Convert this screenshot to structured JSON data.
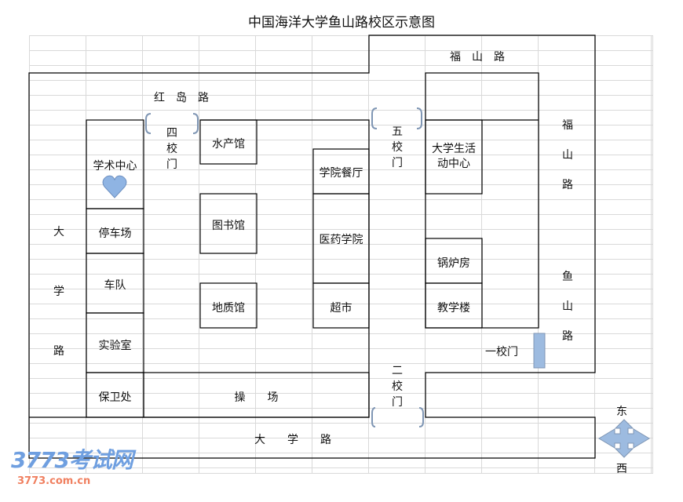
{
  "title": "中国海洋大学鱼山路校区示意图",
  "roads": {
    "hongdao": "红　岛　路",
    "fushan_top": "福　山　路",
    "fushan_right": "福山路",
    "yushan": "鱼山路",
    "daxue_left": "大学路",
    "daxue_bottom": "大　　学　　路"
  },
  "gates": {
    "gate4": "四校门",
    "gate5": "五校门",
    "gate2": "二校门",
    "gate1": "一校门"
  },
  "buildings": {
    "xueshu": "学术中心",
    "tingche": "停车场",
    "chedui": "车队",
    "shiyan": "实验室",
    "baowei": "保卫处",
    "caochang": "操　　场",
    "shuichan": "水产馆",
    "tushu": "图书馆",
    "dizhi": "地质馆",
    "canting": "学院餐厅",
    "yiyao": "医药学院",
    "chaoshi": "超市",
    "huodong": "大学生活动中心",
    "guolu": "锅炉房",
    "jiaoxue": "教学楼"
  },
  "compass": {
    "east": "东",
    "west": "西"
  },
  "watermark": {
    "logo": "3773考试网",
    "url": "3773.com.cn"
  },
  "colors": {
    "line": "#000000",
    "bracket": "#7f96b4",
    "gate_fill": "#9dbbe0",
    "heart": "#8fb4e3"
  }
}
